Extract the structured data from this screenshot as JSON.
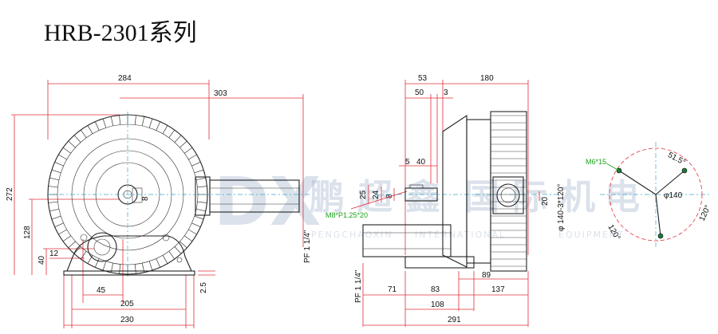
{
  "title": "HRB-2301系列",
  "watermark": {
    "logo_letters": "DX",
    "cn_chars": [
      "鹏",
      "超",
      "鑫",
      "国",
      "际",
      "机",
      "电"
    ],
    "en_left": "PENGCHAOXIN",
    "en_mid": "INTERNATIONAL",
    "en_right": "EQUIPMENT"
  },
  "front_view": {
    "dims": {
      "d284": "284",
      "d303": "303",
      "d272": "272",
      "d128": "128",
      "d40": "40",
      "d12": "12",
      "d45": "45",
      "d205": "205",
      "d230": "230",
      "d2_5": "2.5",
      "d8": "8",
      "pf_outlet": "PF 1 1/4\""
    }
  },
  "side_view": {
    "dims": {
      "d53": "53",
      "d180": "180",
      "d50": "50",
      "d3": "3",
      "d5": "5",
      "d40": "40",
      "d25": "25",
      "d24": "24",
      "d8": "8",
      "d20": "20",
      "d71": "71",
      "d83": "83",
      "d137": "137",
      "d89": "89",
      "d108": "108",
      "d291": "291",
      "phi": "φ 140-3*120°",
      "m8": "M8*P1.25*20",
      "pf_inlet": "PF 1 1/4\""
    }
  },
  "flange_view": {
    "m6": "M6*15",
    "angle_top": "51.5°",
    "pcd": "φ140",
    "angle_right": "120°",
    "angle_bottom": "120°"
  },
  "colors": {
    "dimension_red": "#e0303a",
    "centerline_cyan": "#3aa7c8",
    "callout_green": "#1aa31a",
    "outline": "#222222",
    "watermark": "#7f98b8"
  }
}
